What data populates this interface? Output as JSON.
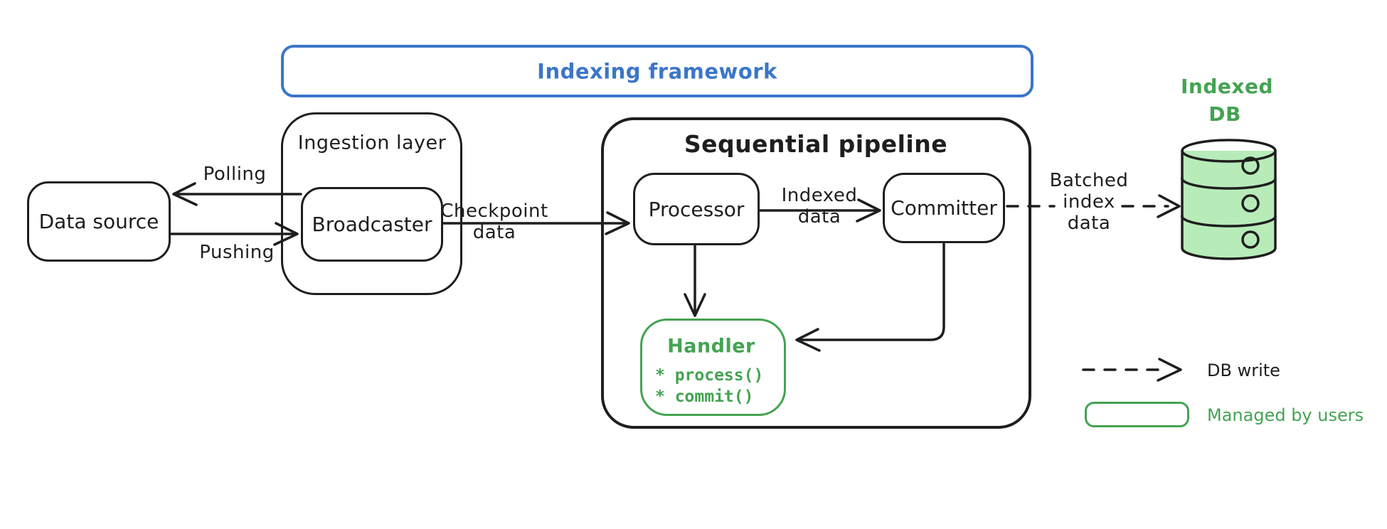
{
  "colors": {
    "black": "#1e1e1e",
    "blue": "#3b76c8",
    "green": "#44a352",
    "green_fill": "#b7ecb9"
  },
  "frame": {
    "label": "Indexing framework"
  },
  "nodes": {
    "data_source": {
      "label": "Data source"
    },
    "ingestion": {
      "label": "Ingestion layer"
    },
    "broadcaster": {
      "label": "Broadcaster"
    },
    "pipeline": {
      "label": "Sequential pipeline"
    },
    "processor": {
      "label": "Processor"
    },
    "committer": {
      "label": "Committer"
    },
    "handler": {
      "title": "Handler",
      "methods": [
        "* process()",
        "* commit()"
      ]
    },
    "db": {
      "label_line1": "Indexed",
      "label_line2": "DB"
    }
  },
  "edges": {
    "polling": {
      "label": "Polling"
    },
    "pushing": {
      "label": "Pushing"
    },
    "checkpoint": {
      "label_line1": "Checkpoint",
      "label_line2": "data"
    },
    "indexed": {
      "label_line1": "Indexed",
      "label_line2": "data"
    },
    "batched": {
      "label_line1": "Batched",
      "label_line2": "index",
      "label_line3": "data"
    }
  },
  "legend": {
    "db_write": "DB write",
    "managed_by_users": "Managed by users"
  }
}
